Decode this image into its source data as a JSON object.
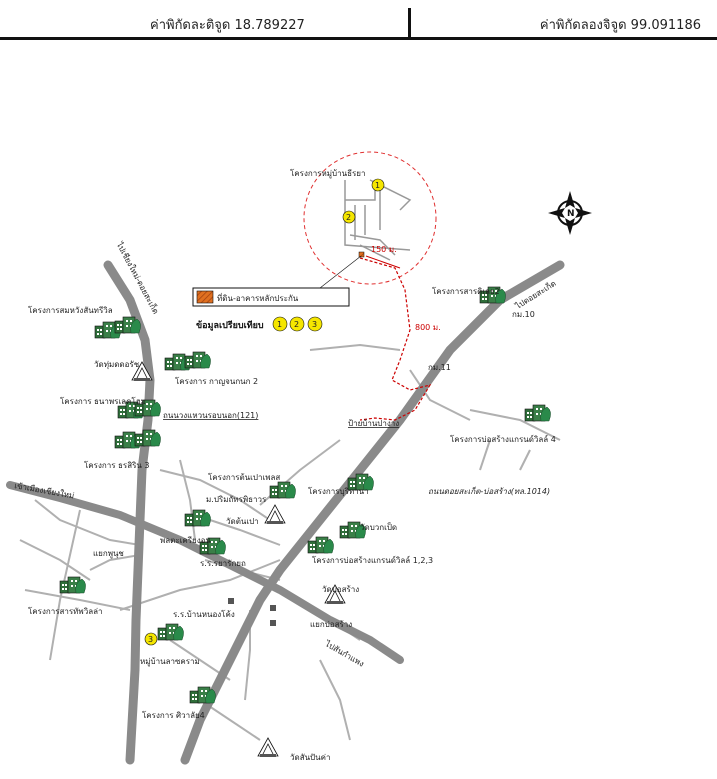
{
  "header": {
    "lat_label": "ค่าพิกัดละติจูด 18.789227",
    "lon_label": "ค่าพิกัดลองจิจูด 99.091186"
  },
  "legend": {
    "collateral_label": "ที่ดิน-อาคารหลักประกัน",
    "comparison_label": "ข้อมูลเปรียบเทียบ",
    "markers": [
      "1",
      "2",
      "3"
    ]
  },
  "map_labels": {
    "project_top": "โครงการหมู่บ้านธีรยา",
    "dist_150": "150 ม.",
    "dist_800": "800 ม.",
    "project_orchid": "โครงการสารดิเลย2",
    "km10": "กม.10",
    "km11": "กม.11",
    "pa_yang_sign": "ป้ายบ้านปางาง",
    "project_grand_4": "โครงการบ่อสร้างแกรนด์วิลล์ 4",
    "road_doi_saket": "ถนนดอยสะเก็ต-บ่อสร้าง(ทล.1014)",
    "to_doi_saket": "ไปดอยสะเก็ต",
    "to_chiangmai_doi": "ไปเชียงใหม่-ดอยสะเก็ต",
    "project_sombat": "โครงการสมหวังสันทรีวิล",
    "wat_tung": "วัดทุ่มดดอรัช",
    "project_kanya": "โครงการ กาญจนกนก 2",
    "project_thana": "โครงการ ธนาพรเลคโฮม",
    "ring_road": "ถนนวงแหวนรอบนอก(121)",
    "project_thanasirin": "โครงการ ธรสิริน 3",
    "project_tonpao": "โครงการต้นเปาเพลส",
    "project_burithana": "โครงการบุริทานา",
    "to_chiangmai_city": "เข้าเมืองเชียงใหม่",
    "moo_ban": "ม.ปริมถัทรพิธาวร",
    "wat_tonpao": "วัดต้นเปา",
    "wat_boen": "วัดบวกเป็ด",
    "school": "พลตะเครียงอน",
    "school2": "ร.ร.รยารักยถ",
    "project_grand_123": "โครงการบ่อสร้างแกรนด์วิลล์ 1,2,3",
    "wat_bosang": "วัดบ่อสร้าง",
    "crossroad": "แยกพูนุช",
    "project_sarah": "โครงการสารทัพวิลล่า",
    "school3": "ร.ร.บ้านหนองโค้ง",
    "bosang_junction": "แยกบ่อสร้าง",
    "village": "หมู่บ้านลาซคราม",
    "to_sankamphaeng": "ไปสันกำแพง",
    "project_siwalai": "โครงการ ศิวาลัย4",
    "wat_bottom": "วัดสันปันค่า",
    "north": "N"
  },
  "colors": {
    "road": "#8a8a8a",
    "minor_road": "#b0b0b0",
    "circle": "#e03030",
    "route": "#cc0000",
    "collateral": "#e07020",
    "marker": "#f5e600",
    "building": "#2f6e3a"
  }
}
